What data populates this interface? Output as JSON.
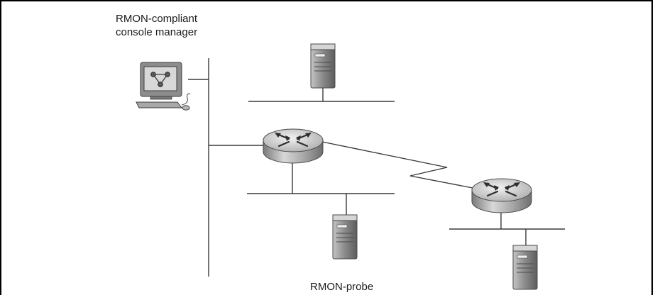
{
  "labels": {
    "console_line1": "RMON-compliant",
    "console_line2": "console manager",
    "probe": "RMON-probe"
  },
  "colors": {
    "line": "#3a3a3a",
    "device_dark": "#6a6a6a",
    "device_light": "#c8c8c8",
    "router_top": "#d7d7d7",
    "router_side": "#8f8f8f"
  },
  "icons": {
    "console": "workstation-icon",
    "server": "server-icon",
    "router": "router-icon"
  }
}
